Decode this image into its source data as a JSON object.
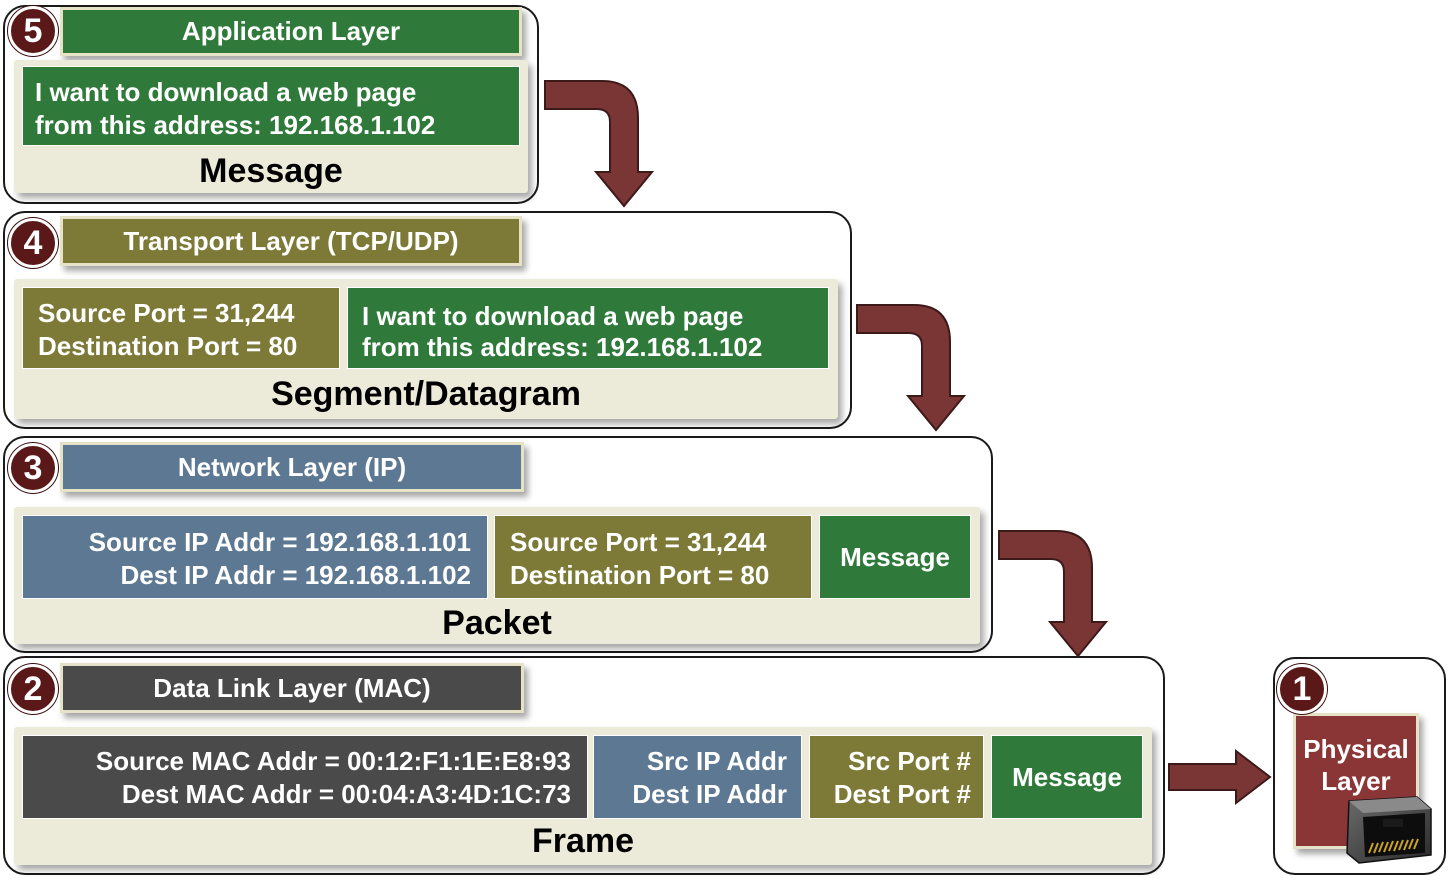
{
  "layers": {
    "application": {
      "number": "5",
      "title": "Application Layer",
      "message_line1": "I want to download a web page",
      "message_line2": "from this address: 192.168.1.102",
      "caption": "Message"
    },
    "transport": {
      "number": "4",
      "title": "Transport Layer (TCP/UDP)",
      "port_line1": "Source Port = 31,244",
      "port_line2": "Destination Port = 80",
      "message_line1": "I want to download a web page",
      "message_line2": "from this address: 192.168.1.102",
      "caption": "Segment/Datagram"
    },
    "network": {
      "number": "3",
      "title": "Network Layer (IP)",
      "ip_line1": "Source IP Addr = 192.168.1.101",
      "ip_line2": "Dest IP Addr = 192.168.1.102",
      "port_line1": "Source Port = 31,244",
      "port_line2": "Destination Port = 80",
      "message": "Message",
      "caption": "Packet"
    },
    "datalink": {
      "number": "2",
      "title": "Data Link Layer (MAC)",
      "mac_line1": "Source MAC Addr = 00:12:F1:1E:E8:93",
      "mac_line2": "Dest MAC Addr = 00:04:A3:4D:1C:73",
      "ip_line1": "Src IP Addr",
      "ip_line2": "Dest IP Addr",
      "port_line1": "Src Port #",
      "port_line2": "Dest Port #",
      "message": "Message",
      "caption": "Frame"
    },
    "physical": {
      "number": "1",
      "title_line1": "Physical",
      "title_line2": "Layer",
      "icon": "ethernet-port-icon"
    }
  },
  "colors": {
    "application": "#2f7a3a",
    "transport": "#7d7a38",
    "network": "#5d7893",
    "datalink": "#4a4a4a",
    "physical": "#8b3636",
    "arrow": "#7a3535",
    "badge": "#5a1818",
    "panel": "#ecead8"
  }
}
